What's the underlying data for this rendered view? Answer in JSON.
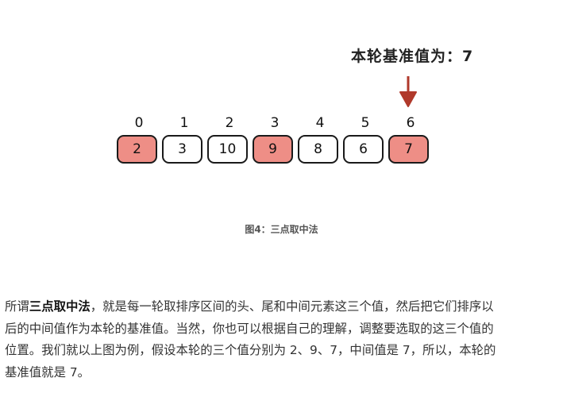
{
  "figure": {
    "pivot_label": "本轮基准值为：7",
    "indices": [
      "0",
      "1",
      "2",
      "3",
      "4",
      "5",
      "6"
    ],
    "cells": [
      {
        "value": "2",
        "highlighted": true
      },
      {
        "value": "3",
        "highlighted": false
      },
      {
        "value": "10",
        "highlighted": false
      },
      {
        "value": "9",
        "highlighted": true
      },
      {
        "value": "8",
        "highlighted": false
      },
      {
        "value": "6",
        "highlighted": false
      },
      {
        "value": "7",
        "highlighted": true
      }
    ],
    "caption": "图4：三点取中法",
    "colors": {
      "highlight": "#ee8e86",
      "arrow": "#b0392b",
      "border": "#1a1a1a"
    },
    "arrow_icon": "arrow-down-icon"
  },
  "paragraph": {
    "prefix": "所谓",
    "term": "三点取中法",
    "line1_rest": "，就是每一轮取排序区间的头、尾和中间元素这三个值，然后把它们排序以",
    "line2": "后的中间值作为本轮的基准值。当然，你也可以根据自己的理解，调整要选取的这三个值的",
    "line3": "位置。我们就以上图为例，假设本轮的三个值分别为 2、9、7，中间值是 7，所以，本轮的",
    "line4": "基准值就是 7。"
  }
}
